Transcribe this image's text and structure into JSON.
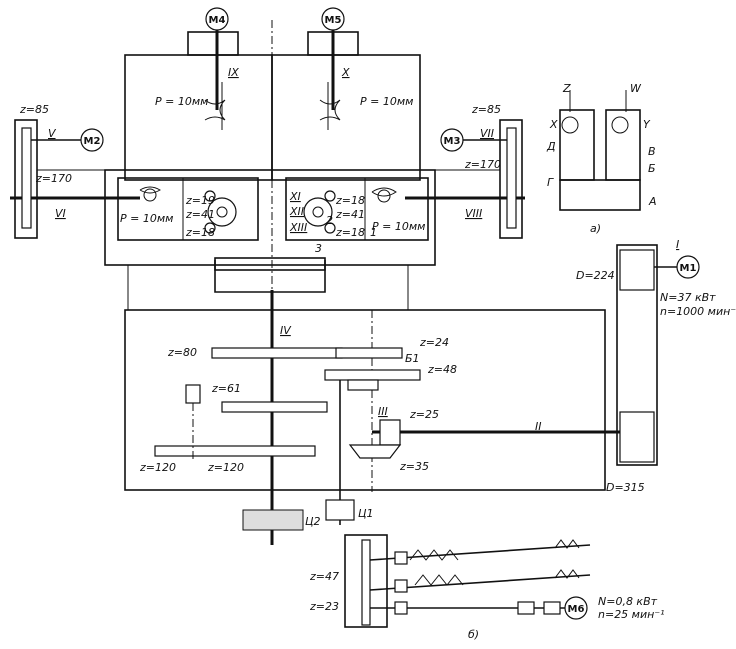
{
  "motors": [
    {
      "id": "m1",
      "label": "M1"
    },
    {
      "id": "m2",
      "label": "M2"
    },
    {
      "id": "m3",
      "label": "M3"
    },
    {
      "id": "m4",
      "label": "M4"
    },
    {
      "id": "m5",
      "label": "M5"
    },
    {
      "id": "m6",
      "label": "M6"
    }
  ],
  "shafts": {
    "i": "I",
    "ii": "II",
    "iii": "III",
    "iv": "IV",
    "v": "V",
    "vi": "VI",
    "vii": "VII",
    "viii": "VIII",
    "ix": "IX",
    "x": "X",
    "xi": "XI",
    "xii": "XII",
    "xiii": "XIII"
  },
  "gears": {
    "z85_left": "z=85",
    "z170_left": "z=170",
    "z85_right": "z=85",
    "z170_right": "z=170",
    "z80": "z=80",
    "z24": "z=24",
    "z48": "z=48",
    "z61": "z=61",
    "z25": "z=25",
    "z35": "z=35",
    "z120_a": "z=120",
    "z120_b": "z=120",
    "z19": "z=19",
    "z41_a": "z=41",
    "z18_a": "z=18",
    "z18_b": "z=18",
    "z41_b": "z=41",
    "z18_c": "z=18",
    "z47": "z=47",
    "z23": "z=23"
  },
  "pitch_labels": {
    "p_upper_left": "P = 10мм",
    "p_upper_right": "P = 10мм",
    "p_lower_left": "P = 10мм",
    "p_lower_right": "P = 10мм"
  },
  "pulleys": {
    "d224": "D=224",
    "d315": "D=315"
  },
  "motor_specs": {
    "m1_power": "N=37 кВт",
    "m1_speed": "n=1000 мин⁻¹",
    "m6_power": "N=0,8 кВт",
    "m6_speed": "n=25 мин⁻¹"
  },
  "clutches": {
    "b1": "Б1",
    "c1": "Ц1",
    "c2": "Ц2"
  },
  "misc_numbers": {
    "n1": "1",
    "n2": "2",
    "n3": "3"
  },
  "inset_a": {
    "caption": "а)",
    "axes": {
      "z": "Z",
      "x": "X",
      "w": "W",
      "y": "Y"
    },
    "letters": {
      "A": "A",
      "B": "Б",
      "V": "В",
      "G": "Г",
      "D": "Д"
    }
  },
  "inset_b": {
    "caption": "б)"
  }
}
